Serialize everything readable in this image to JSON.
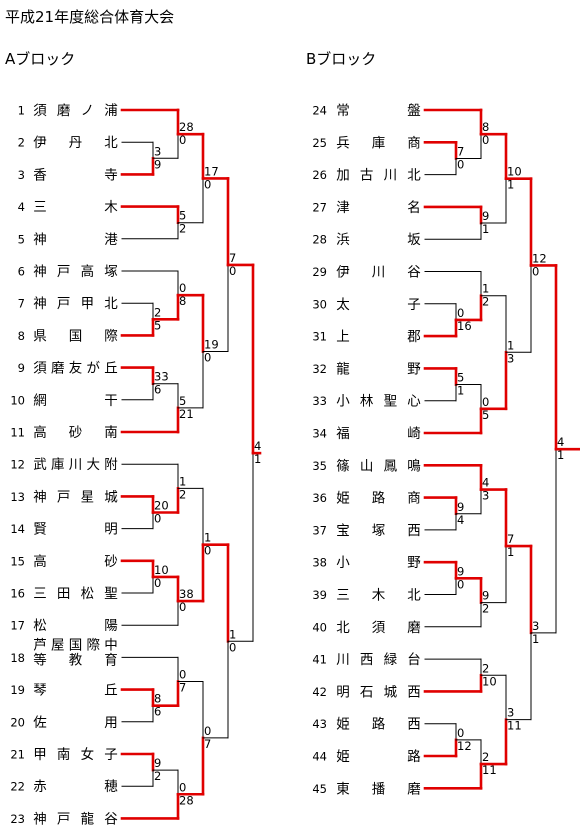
{
  "title": "平成21年度総合体育大会",
  "blocks": {
    "A": {
      "label": "Aブロック",
      "teams": [
        {
          "no": "1",
          "name": "須磨ノ浦"
        },
        {
          "no": "2",
          "name": "伊丹北"
        },
        {
          "no": "3",
          "name": "香寺"
        },
        {
          "no": "4",
          "name": "三木"
        },
        {
          "no": "5",
          "name": "神港"
        },
        {
          "no": "6",
          "name": "神戸高塚"
        },
        {
          "no": "7",
          "name": "神戸甲北"
        },
        {
          "no": "8",
          "name": "県国際"
        },
        {
          "no": "9",
          "name": "須磨友が丘"
        },
        {
          "no": "10",
          "name": "網干"
        },
        {
          "no": "11",
          "name": "高砂南"
        },
        {
          "no": "12",
          "name": "武庫川大附"
        },
        {
          "no": "13",
          "name": "神戸星城"
        },
        {
          "no": "14",
          "name": "賢明"
        },
        {
          "no": "15",
          "name": "高砂"
        },
        {
          "no": "16",
          "name": "三田松聖"
        },
        {
          "no": "17",
          "name": "松陽"
        },
        {
          "no": "18",
          "name": "芦屋国際中等教育"
        },
        {
          "no": "19",
          "name": "琴丘"
        },
        {
          "no": "20",
          "name": "佐用"
        },
        {
          "no": "21",
          "name": "甲南女子"
        },
        {
          "no": "22",
          "name": "赤穂"
        },
        {
          "no": "23",
          "name": "神戸龍谷"
        }
      ]
    },
    "B": {
      "label": "Bブロック",
      "teams": [
        {
          "no": "24",
          "name": "常盤"
        },
        {
          "no": "25",
          "name": "兵庫商"
        },
        {
          "no": "26",
          "name": "加古川北"
        },
        {
          "no": "27",
          "name": "津名"
        },
        {
          "no": "28",
          "name": "浜坂"
        },
        {
          "no": "29",
          "name": "伊川谷"
        },
        {
          "no": "30",
          "name": "太子"
        },
        {
          "no": "31",
          "name": "上郡"
        },
        {
          "no": "32",
          "name": "龍野"
        },
        {
          "no": "33",
          "name": "小林聖心"
        },
        {
          "no": "34",
          "name": "福崎"
        },
        {
          "no": "35",
          "name": "篠山鳳鳴"
        },
        {
          "no": "36",
          "name": "姫路商"
        },
        {
          "no": "37",
          "name": "宝塚西"
        },
        {
          "no": "38",
          "name": "小野"
        },
        {
          "no": "39",
          "name": "三木北"
        },
        {
          "no": "40",
          "name": "北須磨"
        },
        {
          "no": "41",
          "name": "川西緑台"
        },
        {
          "no": "42",
          "name": "明石城西"
        },
        {
          "no": "43",
          "name": "姫路西"
        },
        {
          "no": "44",
          "name": "姫路"
        },
        {
          "no": "45",
          "name": "東播磨"
        }
      ]
    }
  },
  "results": {
    "A": [
      {
        "round": 1,
        "teams": [
          "2",
          "3"
        ],
        "scores": [
          "3",
          "9"
        ],
        "winner": "3"
      },
      {
        "round": 1,
        "teams": [
          "7",
          "8"
        ],
        "scores": [
          "2",
          "5"
        ],
        "winner": "8"
      },
      {
        "round": 1,
        "teams": [
          "9",
          "10"
        ],
        "scores": [
          "33",
          "6"
        ],
        "winner": "9"
      },
      {
        "round": 1,
        "teams": [
          "13",
          "14"
        ],
        "scores": [
          "20",
          "0"
        ],
        "winner": "13"
      },
      {
        "round": 1,
        "teams": [
          "15",
          "16"
        ],
        "scores": [
          "10",
          "0"
        ],
        "winner": "15"
      },
      {
        "round": 1,
        "teams": [
          "19",
          "20"
        ],
        "scores": [
          "8",
          "6"
        ],
        "winner": "19"
      },
      {
        "round": 1,
        "teams": [
          "21",
          "22"
        ],
        "scores": [
          "9",
          "2"
        ],
        "winner": "21"
      },
      {
        "round": 2,
        "teams": [
          "1",
          "3"
        ],
        "scores": [
          "28",
          "0"
        ],
        "winner": "1"
      },
      {
        "round": 2,
        "teams": [
          "4",
          "5"
        ],
        "scores": [
          "5",
          "2"
        ],
        "winner": "4"
      },
      {
        "round": 2,
        "teams": [
          "6",
          "8"
        ],
        "scores": [
          "0",
          "8"
        ],
        "winner": "8"
      },
      {
        "round": 2,
        "teams": [
          "9",
          "11"
        ],
        "scores": [
          "5",
          "21"
        ],
        "winner": "11"
      },
      {
        "round": 2,
        "teams": [
          "12",
          "13"
        ],
        "scores": [
          "1",
          "2"
        ],
        "winner": "13"
      },
      {
        "round": 2,
        "teams": [
          "15",
          "17"
        ],
        "scores": [
          "38",
          "0"
        ],
        "winner": "15"
      },
      {
        "round": 2,
        "teams": [
          "18",
          "19"
        ],
        "scores": [
          "0",
          "7"
        ],
        "winner": "19"
      },
      {
        "round": 2,
        "teams": [
          "21",
          "23"
        ],
        "scores": [
          "0",
          "28"
        ],
        "winner": "23"
      },
      {
        "round": 3,
        "teams": [
          "1",
          "4"
        ],
        "scores": [
          "17",
          "0"
        ],
        "winner": "1"
      },
      {
        "round": 3,
        "teams": [
          "8",
          "11"
        ],
        "scores": [
          "19",
          "0"
        ],
        "winner": "8"
      },
      {
        "round": 3,
        "teams": [
          "13",
          "15"
        ],
        "scores": [
          "1",
          "0"
        ],
        "winner": "15"
      },
      {
        "round": 3,
        "teams": [
          "19",
          "23"
        ],
        "scores": [
          "0",
          "7"
        ],
        "winner": "23"
      },
      {
        "round": 4,
        "teams": [
          "1",
          "8"
        ],
        "scores": [
          "7",
          "0"
        ],
        "winner": "1"
      },
      {
        "round": 4,
        "teams": [
          "15",
          "23"
        ],
        "scores": [
          "1",
          "0"
        ],
        "winner": "15"
      },
      {
        "round": 5,
        "teams": [
          "1",
          "15"
        ],
        "scores": [
          "4",
          "1"
        ],
        "winner": "1"
      }
    ],
    "B": [
      {
        "round": 1,
        "teams": [
          "25",
          "26"
        ],
        "scores": [
          "7",
          "0"
        ],
        "winner": "25"
      },
      {
        "round": 1,
        "teams": [
          "30",
          "31"
        ],
        "scores": [
          "0",
          "16"
        ],
        "winner": "31"
      },
      {
        "round": 1,
        "teams": [
          "32",
          "33"
        ],
        "scores": [
          "5",
          "1"
        ],
        "winner": "32"
      },
      {
        "round": 1,
        "teams": [
          "36",
          "37"
        ],
        "scores": [
          "9",
          "4"
        ],
        "winner": "36"
      },
      {
        "round": 1,
        "teams": [
          "38",
          "39"
        ],
        "scores": [
          "9",
          "0"
        ],
        "winner": "38"
      },
      {
        "round": 1,
        "teams": [
          "43",
          "44"
        ],
        "scores": [
          "0",
          "12"
        ],
        "winner": "44"
      },
      {
        "round": 2,
        "teams": [
          "24",
          "25"
        ],
        "scores": [
          "8",
          "0"
        ],
        "winner": "24"
      },
      {
        "round": 2,
        "teams": [
          "27",
          "28"
        ],
        "scores": [
          "9",
          "1"
        ],
        "winner": "27"
      },
      {
        "round": 2,
        "teams": [
          "29",
          "31"
        ],
        "scores": [
          "1",
          "2"
        ],
        "winner": "31"
      },
      {
        "round": 2,
        "teams": [
          "32",
          "34"
        ],
        "scores": [
          "0",
          "5"
        ],
        "winner": "34"
      },
      {
        "round": 2,
        "teams": [
          "35",
          "36"
        ],
        "scores": [
          "4",
          "3"
        ],
        "winner": "35"
      },
      {
        "round": 2,
        "teams": [
          "38",
          "40"
        ],
        "scores": [
          "9",
          "2"
        ],
        "winner": "38"
      },
      {
        "round": 2,
        "teams": [
          "41",
          "42"
        ],
        "scores": [
          "2",
          "10"
        ],
        "winner": "42"
      },
      {
        "round": 2,
        "teams": [
          "44",
          "45"
        ],
        "scores": [
          "2",
          "11"
        ],
        "winner": "45"
      },
      {
        "round": 3,
        "teams": [
          "24",
          "27"
        ],
        "scores": [
          "10",
          "1"
        ],
        "winner": "24"
      },
      {
        "round": 3,
        "teams": [
          "31",
          "34"
        ],
        "scores": [
          "1",
          "3"
        ],
        "winner": "34"
      },
      {
        "round": 3,
        "teams": [
          "35",
          "38"
        ],
        "scores": [
          "7",
          "1"
        ],
        "winner": "35"
      },
      {
        "round": 3,
        "teams": [
          "42",
          "45"
        ],
        "scores": [
          "3",
          "11"
        ],
        "winner": "45"
      },
      {
        "round": 4,
        "teams": [
          "24",
          "34"
        ],
        "scores": [
          "12",
          "0"
        ],
        "winner": "24"
      },
      {
        "round": 4,
        "teams": [
          "35",
          "45"
        ],
        "scores": [
          "3",
          "1"
        ],
        "winner": "35"
      },
      {
        "round": 5,
        "teams": [
          "24",
          "35"
        ],
        "scores": [
          "4",
          "1"
        ],
        "winner": "24"
      }
    ]
  },
  "colors": {
    "winner_line": "#e00000",
    "loser_line": "#000000",
    "text": "#000000"
  }
}
